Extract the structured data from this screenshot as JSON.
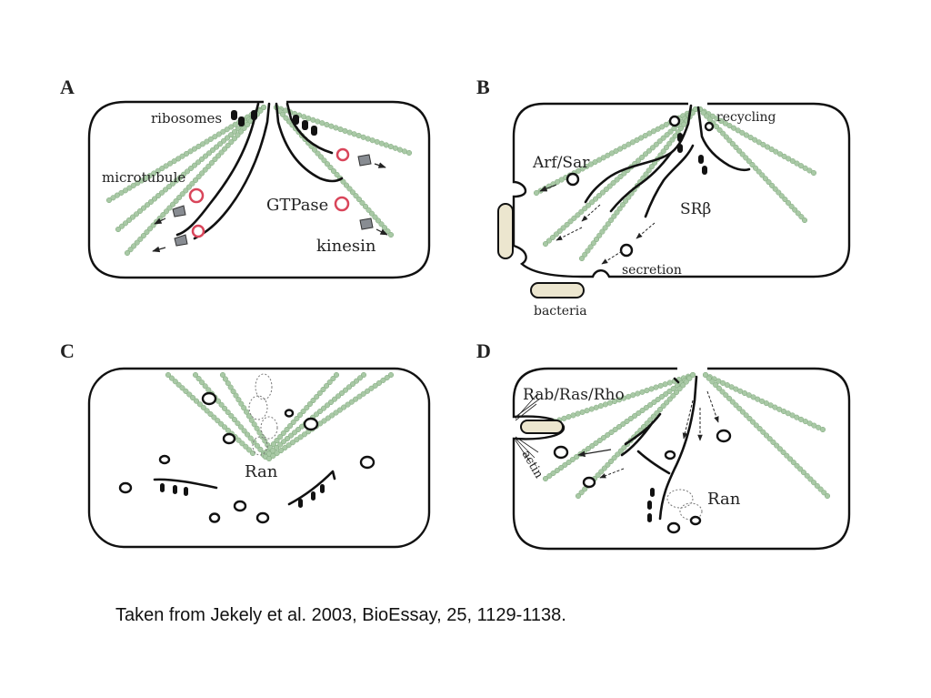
{
  "colors": {
    "microtubule": "#a9c9a6",
    "outline": "#111111",
    "bacteria": "#ece6cf",
    "gtpase": "#d9455a",
    "kinesin": "#888c92"
  },
  "panels": {
    "A": {
      "letter": "A",
      "labels": {
        "ribosomes": "ribosomes",
        "microtubule": "microtubule",
        "gtpase": "GTPase",
        "kinesin": "kinesin"
      }
    },
    "B": {
      "letter": "B",
      "labels": {
        "recycling": "recycling",
        "arf_sar": "Arf/Sar",
        "sr_beta": "SRβ",
        "secretion": "secretion",
        "bacteria": "bacteria"
      }
    },
    "C": {
      "letter": "C",
      "labels": {
        "ran": "Ran"
      }
    },
    "D": {
      "letter": "D",
      "labels": {
        "rab_ras_rho": "Rab/Ras/Rho",
        "actin": "actin",
        "ran": "Ran"
      }
    }
  },
  "caption": "Taken from Jekely et al. 2003, BioEssay, 25, 1129-1138."
}
